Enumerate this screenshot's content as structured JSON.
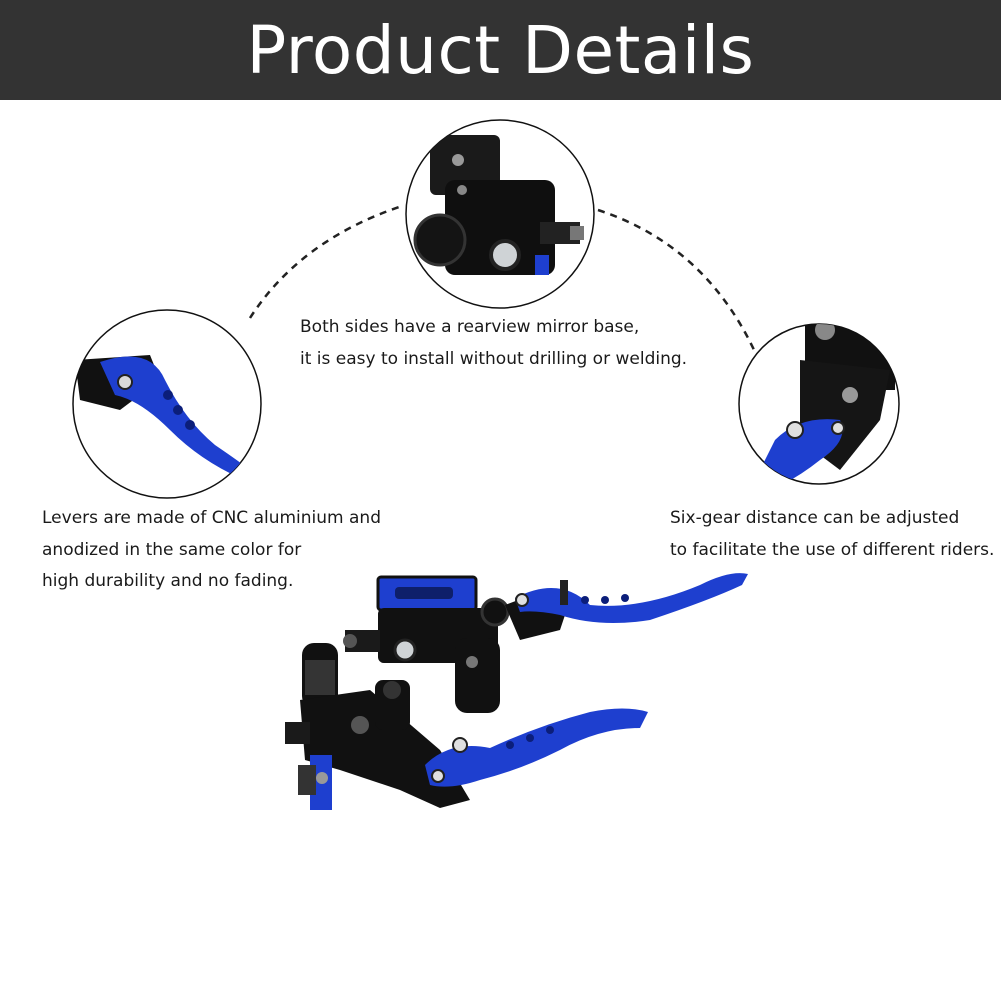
{
  "header": {
    "title": "Product Details"
  },
  "captions": {
    "top": [
      "Both sides have a rearview mirror base,",
      "it is easy to install without drilling or welding."
    ],
    "left": [
      "Levers are made of CNC aluminium and",
      "anodized in the same color for",
      "high durability and no fading."
    ],
    "right": [
      "Six-gear distance can be adjusted",
      "to facilitate the use of different riders."
    ]
  },
  "colors": {
    "header_bg": "#333333",
    "lever_blue": "#1e3fcf",
    "part_black": "#111111"
  },
  "icons": [
    "mirror-base-detail-image",
    "lever-detail-image",
    "adjuster-detail-image",
    "main-product-image"
  ]
}
